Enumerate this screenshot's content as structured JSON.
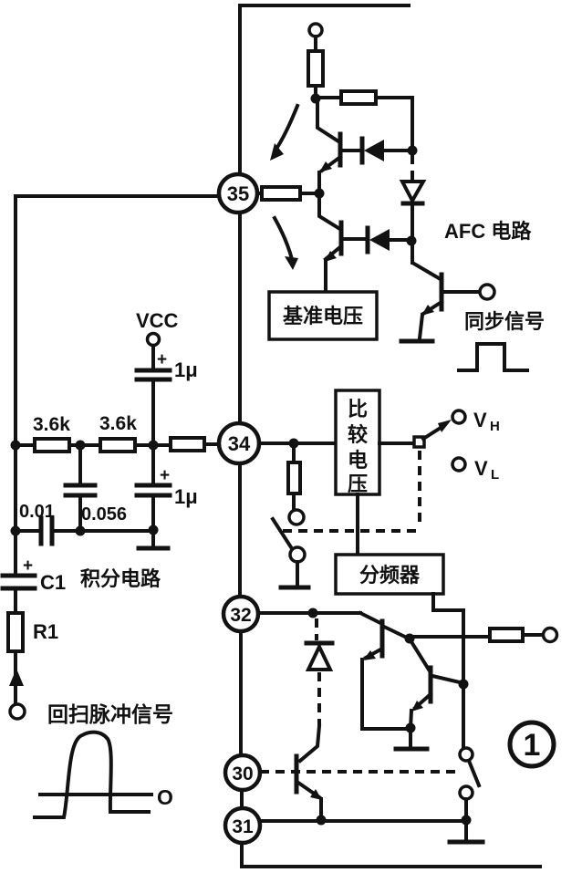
{
  "pins": {
    "p35": "35",
    "p34": "34",
    "p32": "32",
    "p30": "30",
    "p31": "31"
  },
  "blocks": {
    "reference_voltage": "基准电压",
    "compare_voltage_chars": [
      "比",
      "较",
      "电",
      "压"
    ],
    "frequency_divider": "分频器"
  },
  "labels": {
    "afc_circuit": "AFC 电路",
    "sync_signal": "同步信号",
    "vcc": "VCC",
    "cap_1u_top": "1μ",
    "cap_1u_bottom": "1μ",
    "res_left": "3.6k",
    "res_right": "3.6k",
    "cap_001": "0.01",
    "cap_0056": "0.056",
    "c1": "C1",
    "r1": "R1",
    "integrator_circuit": "积分电路",
    "flyback_pulse_signal": "回扫脉冲信号",
    "vh_main": "V",
    "vh_sub": "H",
    "vl_main": "V",
    "vl_sub": "L",
    "zero": "O",
    "plus": "+",
    "figure_number": "1"
  },
  "colors": {
    "ink": "#121212",
    "paper": "#ffffff"
  }
}
